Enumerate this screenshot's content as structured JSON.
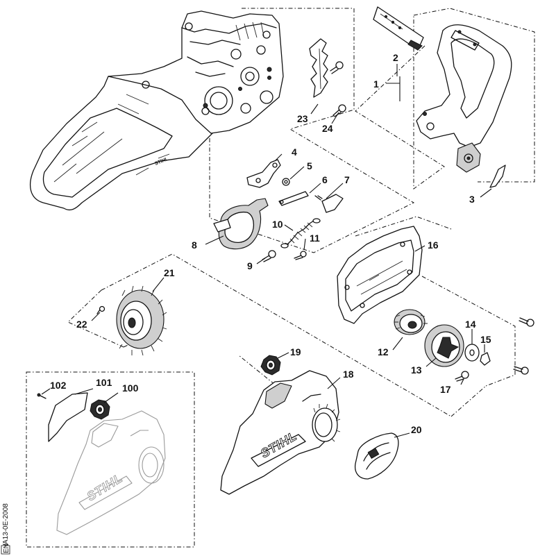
{
  "diagram": {
    "brand": "STIHL",
    "image_code": "VA13-0E-2008",
    "tag": "EN",
    "callouts": [
      {
        "id": "c1",
        "text": "1"
      },
      {
        "id": "c2",
        "text": "2"
      },
      {
        "id": "c3",
        "text": "3"
      },
      {
        "id": "c4",
        "text": "4"
      },
      {
        "id": "c5",
        "text": "5"
      },
      {
        "id": "c6",
        "text": "6"
      },
      {
        "id": "c7",
        "text": "7"
      },
      {
        "id": "c8",
        "text": "8"
      },
      {
        "id": "c9",
        "text": "9"
      },
      {
        "id": "c10",
        "text": "10"
      },
      {
        "id": "c11",
        "text": "11"
      },
      {
        "id": "c12",
        "text": "12"
      },
      {
        "id": "c13",
        "text": "13"
      },
      {
        "id": "c14",
        "text": "14"
      },
      {
        "id": "c15",
        "text": "15"
      },
      {
        "id": "c16",
        "text": "16"
      },
      {
        "id": "c17",
        "text": "17"
      },
      {
        "id": "c18",
        "text": "18"
      },
      {
        "id": "c19",
        "text": "19"
      },
      {
        "id": "c20",
        "text": "20"
      },
      {
        "id": "c21",
        "text": "21"
      },
      {
        "id": "c22",
        "text": "22"
      },
      {
        "id": "c23",
        "text": "23"
      },
      {
        "id": "c24",
        "text": "24"
      },
      {
        "id": "c100",
        "text": "100"
      },
      {
        "id": "c101",
        "text": "101"
      },
      {
        "id": "c102",
        "text": "102"
      }
    ]
  }
}
